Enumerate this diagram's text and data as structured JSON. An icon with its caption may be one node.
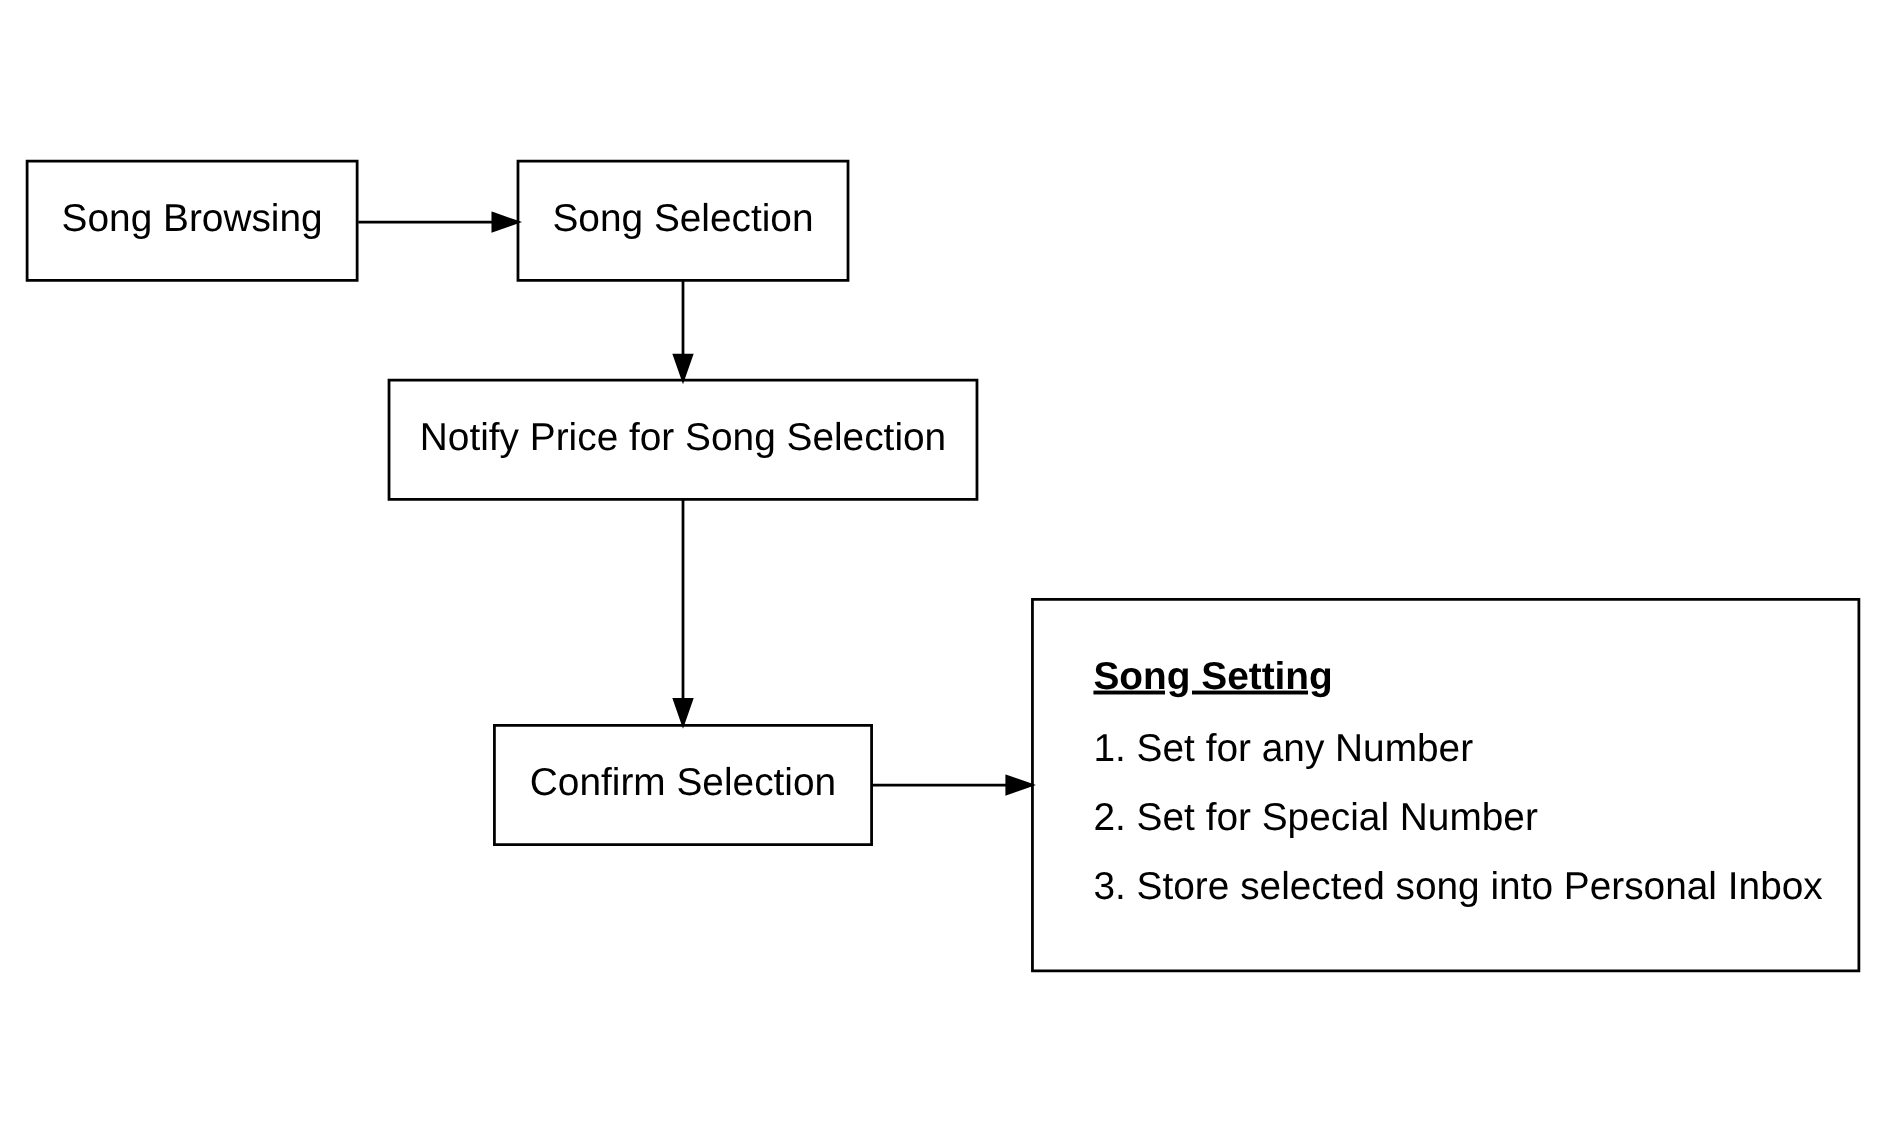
{
  "diagram": {
    "nodes": [
      {
        "text": [
          "Song Browsing"
        ]
      },
      {
        "text": [
          "Song Selection"
        ]
      },
      {
        "text": [
          "Notify Price for Song Selection"
        ]
      },
      {
        "text": [
          "Confirm Selection"
        ]
      },
      {
        "text": [
          "Song Setting",
          "1. Set for any Number",
          "2. Set for Special Number",
          "3. Store selected song into Personal Inbox"
        ]
      }
    ],
    "edges": [
      {
        "from": 0,
        "to": 1,
        "arrow": "to"
      },
      {
        "from": 1,
        "to": 2,
        "arrow": "to"
      },
      {
        "from": 2,
        "to": 3,
        "arrow": "to"
      },
      {
        "from": 3,
        "to": 4,
        "arrow": "to"
      }
    ]
  }
}
